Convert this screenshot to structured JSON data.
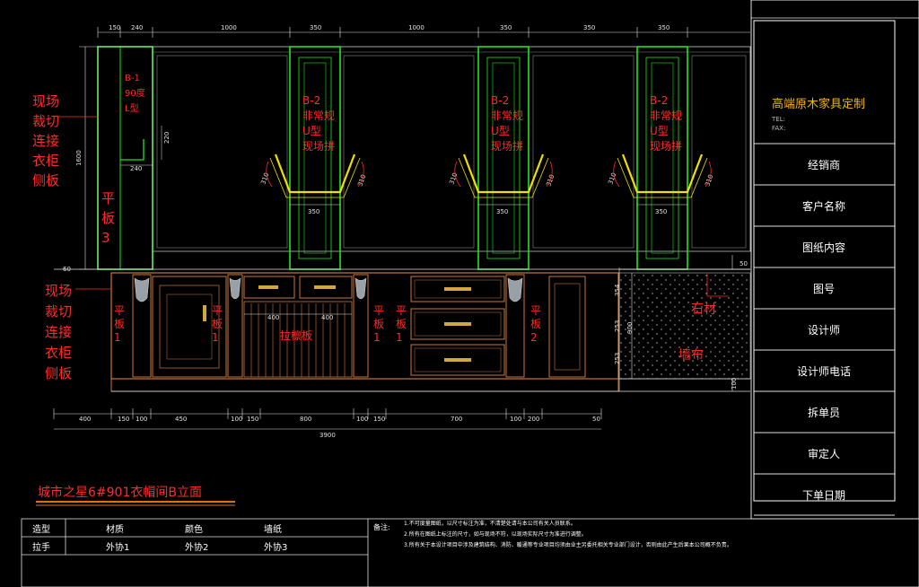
{
  "title_block": {
    "company": "高端原木家具定制",
    "tel_label": "TEL:",
    "fax_label": "FAX:",
    "fields": [
      "经销商",
      "客户名称",
      "图纸内容",
      "图号",
      "设计师",
      "设计师电话",
      "拆单员",
      "审定人",
      "下单日期"
    ]
  },
  "drawing_title": "城市之星6#901衣帽间B立面",
  "top_dims": [
    "150",
    "240",
    "1000",
    "350",
    "1000",
    "350",
    "350",
    "350"
  ],
  "left_height": "1600",
  "b1": {
    "l1": "B-1",
    "l2": "90度",
    "l3": "L型",
    "d1": "220",
    "d2": "240"
  },
  "b2": {
    "l1": "B-2",
    "l2": "非常规",
    "l3": "U型",
    "l4": "现场拼",
    "side": "310",
    "bottom": "350"
  },
  "labels": {
    "side_panel_top": [
      "现场",
      "裁切",
      "连接",
      "衣柜",
      "侧板"
    ],
    "side_panel_bottom": [
      "现场",
      "裁切",
      "连接",
      "衣柜",
      "侧板"
    ],
    "flat3": [
      "平",
      "板",
      "3"
    ],
    "flat1": [
      "平",
      "板",
      "1"
    ],
    "flat2": [
      "平",
      "板",
      "2"
    ],
    "pull_board": "拉檩板",
    "stone": "石材",
    "wallcloth": "墙布",
    "dim_400a": "400",
    "dim_400b": "400"
  },
  "bottom_dims": [
    "400",
    "150",
    "100",
    "450",
    "100",
    "150",
    "800",
    "100",
    "150",
    "700",
    "100",
    "200",
    "50"
  ],
  "total_width": "3900",
  "right_dims": [
    "60",
    "50",
    "354",
    "253",
    "253",
    "900",
    "100"
  ],
  "bottom_table": {
    "row1": [
      "造型",
      "材质",
      "颜色",
      "墙纸"
    ],
    "row2": [
      "拉手",
      "外协1",
      "外协2",
      "外协3"
    ],
    "notes_label": "备注:",
    "notes": [
      "1.不可度量图纸，以尺寸标注为准，不清楚处请与本公司有关人员联系。",
      "2.所有在图纸上标注的尺寸，如与现场不符，以现场实际尺寸为准进行调整。",
      "3.所有关于本设计项目中涉及建筑结构、消防、暖通等专业项目均须由业主另委托相关专业部门设计，否则由此产生后果本公司概不负责。"
    ]
  },
  "colors": {
    "green": "#1ee61e",
    "red": "#ff2a2a",
    "yellow": "#f0e000",
    "cabinet": "#c87838",
    "title": "#f0b400",
    "grid": "#e0e0e0"
  }
}
